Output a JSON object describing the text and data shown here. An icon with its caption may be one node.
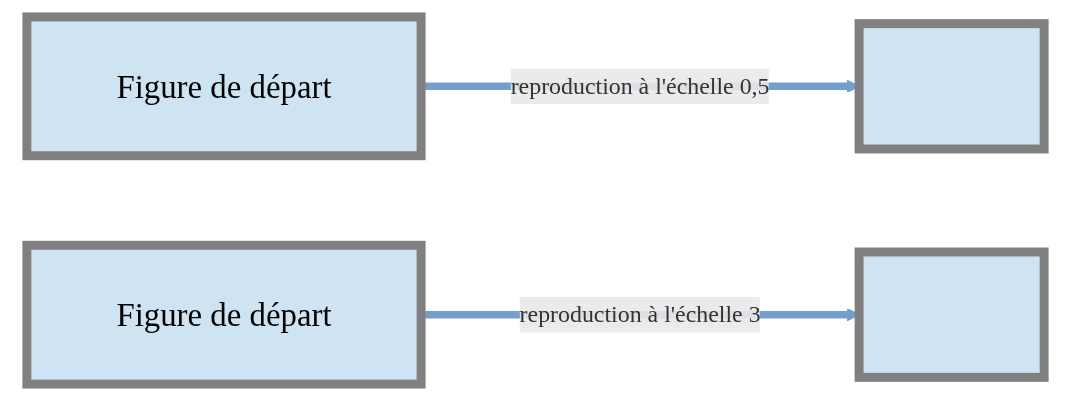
{
  "diagram": {
    "nodes": [
      {
        "text": [
          "Figure de départ"
        ]
      },
      {
        "text": [],
        "shape": "box"
      },
      {
        "text": [
          "Figure de départ"
        ]
      },
      {
        "text": [],
        "shape": "box"
      }
    ],
    "edges": [
      {
        "from": 0,
        "to": 1,
        "arrow": "to",
        "label": "reproduction à l'échelle 0,5"
      },
      {
        "from": 2,
        "to": 3,
        "arrow": "to",
        "label": "reproduction à l'échelle 3"
      }
    ]
  }
}
